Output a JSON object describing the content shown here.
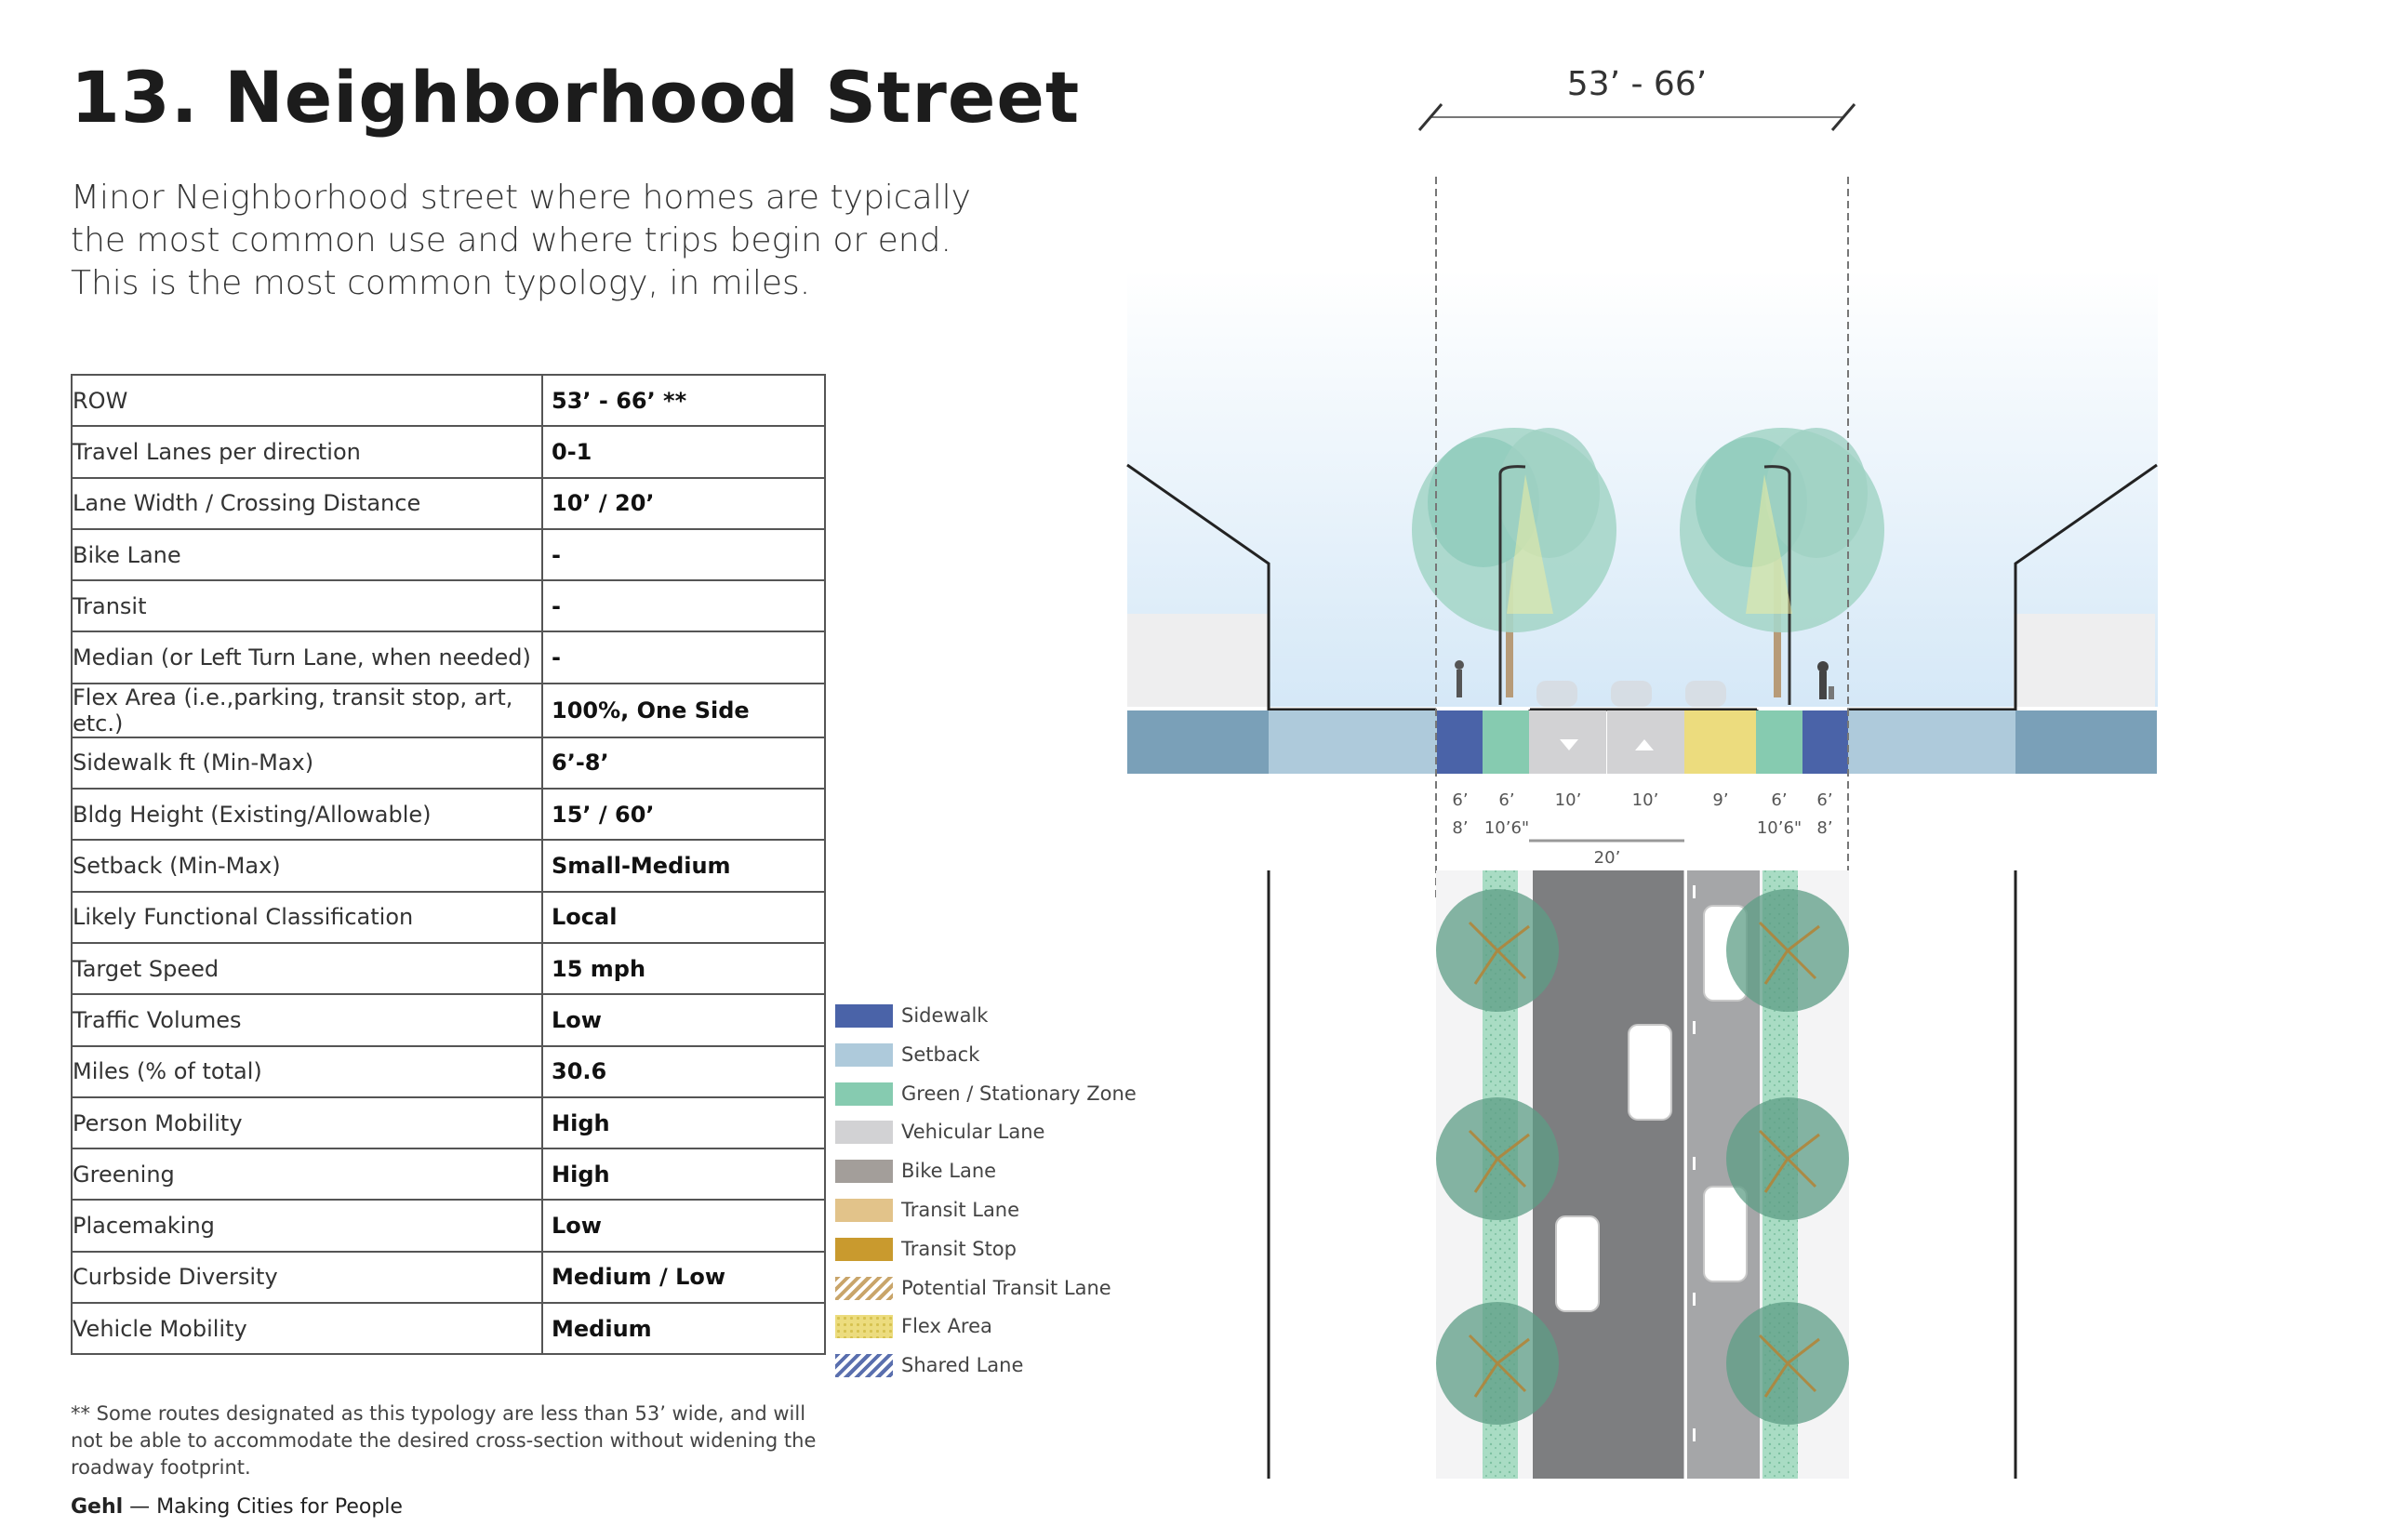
{
  "page": {
    "title": "13. Neighborhood Street",
    "intro_lines": [
      "Minor Neighborhood street where homes are typically",
      "the most common use and where trips begin or end.",
      "This is the most common typology, in miles."
    ]
  },
  "properties": [
    {
      "label": "ROW",
      "value": "53’ - 66’ **"
    },
    {
      "label": "Travel Lanes per direction",
      "value": "0-1"
    },
    {
      "label": "Lane Width / Crossing Distance",
      "value": "10’ / 20’"
    },
    {
      "label": "Bike Lane",
      "value": "-"
    },
    {
      "label": "Transit",
      "value": "-"
    },
    {
      "label": "Median (or Left Turn Lane, when needed)",
      "value": "-"
    },
    {
      "label": "Flex Area (i.e.,parking, transit stop, art, etc.)",
      "value": "100%, One Side"
    },
    {
      "label": "Sidewalk ft (Min-Max)",
      "value": "6’-8’"
    },
    {
      "label": "Bldg Height (Existing/Allowable)",
      "value": "15’ / 60’"
    },
    {
      "label": "Setback (Min-Max)",
      "value": "Small-Medium"
    },
    {
      "label": "Likely Functional Classification",
      "value": "Local"
    },
    {
      "label": "Target Speed",
      "value": "15 mph"
    },
    {
      "label": "Traffic Volumes",
      "value": "Low"
    },
    {
      "label": "Miles (% of total)",
      "value": "30.6"
    },
    {
      "label": "Person Mobility",
      "value": "High"
    },
    {
      "label": "Greening",
      "value": "High"
    },
    {
      "label": "Placemaking",
      "value": "Low"
    },
    {
      "label": "Curbside Diversity",
      "value": "Medium / Low"
    },
    {
      "label": "Vehicle Mobility",
      "value": "Medium"
    }
  ],
  "footnote": "** Some routes designated as this typology are less than 53’ wide, and will not be able to accommodate the desired cross-section without widening the roadway footprint.",
  "credit": {
    "brand": "Gehl",
    "tagline": " — Making Cities for People"
  },
  "legend": [
    {
      "label": "Sidewalk",
      "color": "#4a63a8",
      "pattern": "solid"
    },
    {
      "label": "Setback",
      "color": "#aecadb",
      "pattern": "solid"
    },
    {
      "label": "Green / Stationary Zone",
      "color": "#86cbb0",
      "pattern": "solid"
    },
    {
      "label": "Vehicular Lane",
      "color": "#d2d2d4",
      "pattern": "solid"
    },
    {
      "label": "Bike Lane",
      "color": "#a39e9a",
      "pattern": "solid"
    },
    {
      "label": "Transit Lane",
      "color": "#e2c38a",
      "pattern": "solid"
    },
    {
      "label": "Transit Stop",
      "color": "#c99a2e",
      "pattern": "solid"
    },
    {
      "label": "Potential Transit Lane",
      "color": "#c9a56a",
      "pattern": "hatch"
    },
    {
      "label": "Flex Area",
      "color": "#ecdc7e",
      "pattern": "dots"
    },
    {
      "label": "Shared Lane",
      "color": "#5a6fae",
      "pattern": "hatch"
    }
  ],
  "section": {
    "row_dimension": "53’ - 66’",
    "segments": [
      {
        "zone": "sidewalk",
        "width_top": "6’",
        "width_bottom": "8’"
      },
      {
        "zone": "green",
        "width_top": "6’",
        "width_bottom": "10’6\""
      },
      {
        "zone": "vehicular",
        "width_top": "10’",
        "width_bottom": ""
      },
      {
        "zone": "vehicular",
        "width_top": "10’",
        "width_bottom": ""
      },
      {
        "zone": "flex",
        "width_top": "9’",
        "width_bottom": ""
      },
      {
        "zone": "green",
        "width_top": "6’",
        "width_bottom": "10’6\""
      },
      {
        "zone": "sidewalk",
        "width_top": "6’",
        "width_bottom": "8’"
      }
    ],
    "crossing_distance": "20’"
  }
}
